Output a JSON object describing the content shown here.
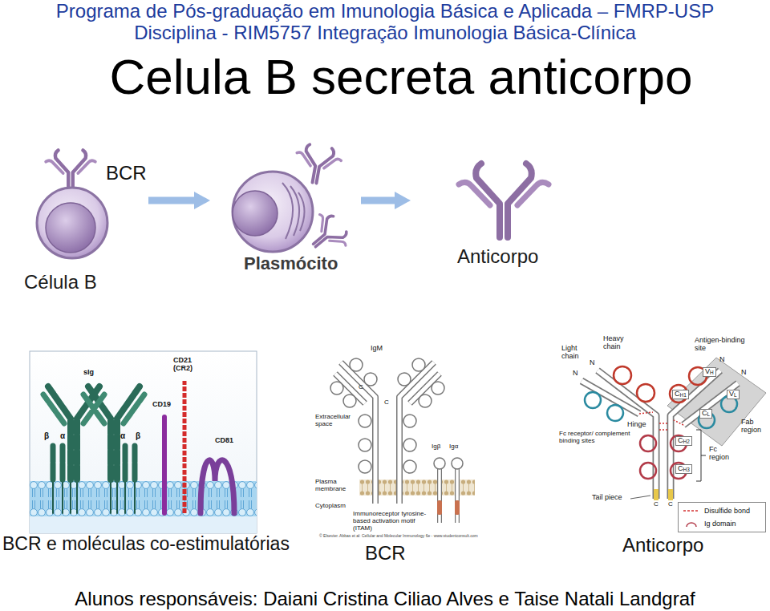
{
  "diagram": {
    "title": "Celula B secreta anticorpo",
    "nodes": [
      {
        "text": [
          "Célula B"
        ]
      },
      {
        "text": [
          "Plasmócito"
        ]
      },
      {
        "text": [
          "Anticorpo"
        ]
      }
    ],
    "edges": [
      {
        "from": 0,
        "to": 1,
        "arrow": "to"
      },
      {
        "from": 1,
        "to": 2,
        "arrow": "to"
      }
    ],
    "labels": [
      "Programa de Pós-graduação em Imunologia Básica e Aplicada – FMRP-USP",
      "Disciplina - RIM5757 Integração Imunologia Básica-Clínica",
      "BCR",
      "sIg",
      "CD21 (CR2)",
      "CD19",
      "β",
      "α",
      "α",
      "β",
      "CD81",
      "BCR e moléculas co-estimulatórias",
      "IgM",
      "C",
      "C",
      "Extracellular space",
      "Igβ",
      "Igα",
      "Plasma membrane",
      "Cytoplasm",
      "Immunoreceptor tyrosine-based activation motif (ITAM)",
      "© Elsevier. Abbas et al: Cellular and Molecular Immunology 6e - www.studentconsult.com",
      "BCR",
      "Heavy chain",
      "Light chain",
      "Antigen-binding site",
      "N",
      "N",
      "N",
      "N",
      "VH",
      "VL",
      "CH1",
      "CL",
      "Fab region",
      "Hinge",
      "Fc receptor/ complement binding sites",
      "CH2",
      "Fc region",
      "CH3",
      "Tail piece",
      "C",
      "C",
      "Anticorpo",
      "Alunos responsáveis: Daiani Cristina Ciliao Alves e Taise Natali Landgraf"
    ],
    "legend": [
      {
        "text": "Disulfide bond"
      },
      {
        "text": "Ig domain"
      }
    ]
  }
}
